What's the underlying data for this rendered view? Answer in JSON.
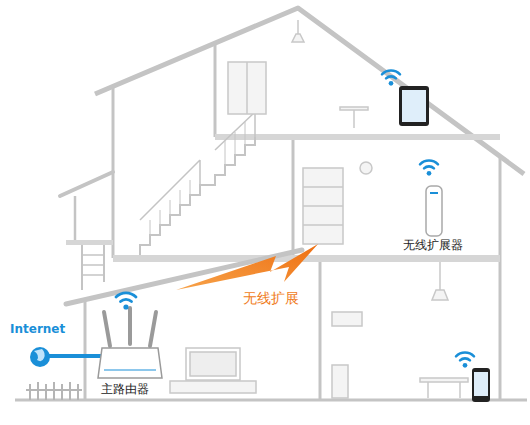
{
  "diagram": {
    "labels": [
      "Internet",
      "主路由器",
      "无线扩展器",
      "无线扩展"
    ]
  }
}
